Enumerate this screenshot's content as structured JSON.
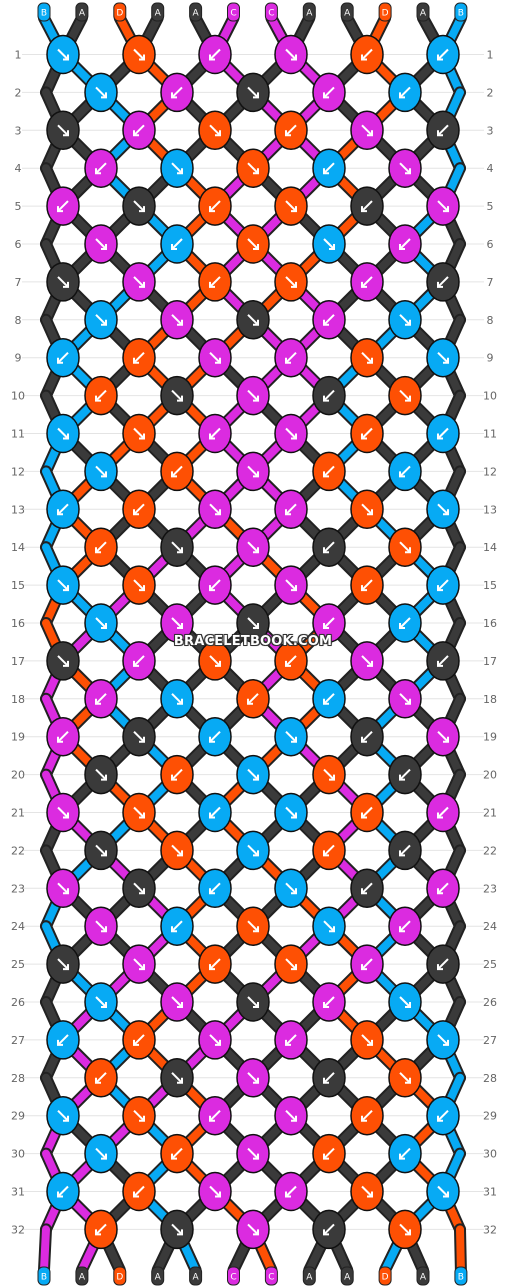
{
  "colors": {
    "B": "#07aaf4",
    "A": "#3a3a3a",
    "D": "#fe5004",
    "C": "#db2be0"
  },
  "strands_top": [
    "B",
    "A",
    "D",
    "A",
    "A",
    "C",
    "C",
    "A",
    "A",
    "D",
    "A",
    "B"
  ],
  "strands_bottom": [
    "B",
    "A",
    "D",
    "A",
    "A",
    "C",
    "C",
    "A",
    "A",
    "D",
    "A",
    "B"
  ],
  "row_numbers": [
    "1",
    "2",
    "3",
    "4",
    "5",
    "6",
    "7",
    "8",
    "9",
    "10",
    "11",
    "12",
    "13",
    "14",
    "15",
    "16",
    "17",
    "18",
    "19",
    "20",
    "21",
    "22",
    "23",
    "24",
    "25",
    "26",
    "27",
    "28",
    "29",
    "30",
    "31",
    "32"
  ],
  "rows": [
    [
      [
        "B",
        "br"
      ],
      [
        "D",
        "br"
      ],
      [
        "C",
        "bl"
      ],
      [
        "C",
        "br"
      ],
      [
        "D",
        "bl"
      ],
      [
        "B",
        "bl"
      ]
    ],
    [
      [
        "B",
        "br"
      ],
      [
        "C",
        "bl"
      ],
      [
        "A",
        "br"
      ],
      [
        "C",
        "bl"
      ],
      [
        "B",
        "bl"
      ]
    ],
    [
      [
        "A",
        "br"
      ],
      [
        "C",
        "bl"
      ],
      [
        "D",
        "br"
      ],
      [
        "D",
        "bl"
      ],
      [
        "C",
        "br"
      ],
      [
        "A",
        "bl"
      ]
    ],
    [
      [
        "C",
        "bl"
      ],
      [
        "B",
        "br"
      ],
      [
        "D",
        "br"
      ],
      [
        "B",
        "bl"
      ],
      [
        "C",
        "br"
      ]
    ],
    [
      [
        "C",
        "bl"
      ],
      [
        "A",
        "br"
      ],
      [
        "D",
        "bl"
      ],
      [
        "D",
        "br"
      ],
      [
        "A",
        "bl"
      ],
      [
        "C",
        "br"
      ]
    ],
    [
      [
        "C",
        "br"
      ],
      [
        "B",
        "bl"
      ],
      [
        "D",
        "br"
      ],
      [
        "B",
        "br"
      ],
      [
        "C",
        "bl"
      ]
    ],
    [
      [
        "A",
        "br"
      ],
      [
        "C",
        "br"
      ],
      [
        "D",
        "bl"
      ],
      [
        "D",
        "br"
      ],
      [
        "C",
        "bl"
      ],
      [
        "A",
        "bl"
      ]
    ],
    [
      [
        "B",
        "br"
      ],
      [
        "C",
        "br"
      ],
      [
        "A",
        "br"
      ],
      [
        "C",
        "bl"
      ],
      [
        "B",
        "br"
      ]
    ],
    [
      [
        "B",
        "bl"
      ],
      [
        "D",
        "bl"
      ],
      [
        "C",
        "br"
      ],
      [
        "C",
        "bl"
      ],
      [
        "D",
        "br"
      ],
      [
        "B",
        "br"
      ]
    ],
    [
      [
        "D",
        "bl"
      ],
      [
        "A",
        "br"
      ],
      [
        "C",
        "br"
      ],
      [
        "A",
        "bl"
      ],
      [
        "D",
        "br"
      ]
    ],
    [
      [
        "B",
        "br"
      ],
      [
        "D",
        "br"
      ],
      [
        "C",
        "bl"
      ],
      [
        "C",
        "br"
      ],
      [
        "D",
        "bl"
      ],
      [
        "B",
        "bl"
      ]
    ],
    [
      [
        "B",
        "br"
      ],
      [
        "D",
        "bl"
      ],
      [
        "C",
        "br"
      ],
      [
        "D",
        "bl"
      ],
      [
        "B",
        "bl"
      ]
    ],
    [
      [
        "B",
        "bl"
      ],
      [
        "D",
        "bl"
      ],
      [
        "C",
        "br"
      ],
      [
        "C",
        "bl"
      ],
      [
        "D",
        "br"
      ],
      [
        "B",
        "br"
      ]
    ],
    [
      [
        "D",
        "bl"
      ],
      [
        "A",
        "br"
      ],
      [
        "C",
        "br"
      ],
      [
        "A",
        "bl"
      ],
      [
        "D",
        "br"
      ]
    ],
    [
      [
        "B",
        "br"
      ],
      [
        "D",
        "br"
      ],
      [
        "C",
        "bl"
      ],
      [
        "C",
        "br"
      ],
      [
        "D",
        "bl"
      ],
      [
        "B",
        "bl"
      ]
    ],
    [
      [
        "B",
        "br"
      ],
      [
        "C",
        "br"
      ],
      [
        "A",
        "br"
      ],
      [
        "C",
        "bl"
      ],
      [
        "B",
        "bl"
      ]
    ],
    [
      [
        "A",
        "br"
      ],
      [
        "C",
        "bl"
      ],
      [
        "D",
        "br"
      ],
      [
        "D",
        "bl"
      ],
      [
        "C",
        "br"
      ],
      [
        "A",
        "bl"
      ]
    ],
    [
      [
        "C",
        "bl"
      ],
      [
        "B",
        "br"
      ],
      [
        "D",
        "bl"
      ],
      [
        "B",
        "bl"
      ],
      [
        "C",
        "br"
      ]
    ],
    [
      [
        "C",
        "bl"
      ],
      [
        "A",
        "br"
      ],
      [
        "B",
        "bl"
      ],
      [
        "B",
        "br"
      ],
      [
        "A",
        "bl"
      ],
      [
        "C",
        "br"
      ]
    ],
    [
      [
        "A",
        "br"
      ],
      [
        "D",
        "bl"
      ],
      [
        "B",
        "br"
      ],
      [
        "D",
        "br"
      ],
      [
        "A",
        "bl"
      ]
    ],
    [
      [
        "C",
        "br"
      ],
      [
        "D",
        "br"
      ],
      [
        "B",
        "bl"
      ],
      [
        "B",
        "br"
      ],
      [
        "D",
        "bl"
      ],
      [
        "C",
        "bl"
      ]
    ],
    [
      [
        "A",
        "br"
      ],
      [
        "D",
        "br"
      ],
      [
        "B",
        "br"
      ],
      [
        "D",
        "bl"
      ],
      [
        "A",
        "bl"
      ]
    ],
    [
      [
        "C",
        "br"
      ],
      [
        "A",
        "br"
      ],
      [
        "B",
        "bl"
      ],
      [
        "B",
        "br"
      ],
      [
        "A",
        "bl"
      ],
      [
        "C",
        "bl"
      ]
    ],
    [
      [
        "C",
        "br"
      ],
      [
        "B",
        "bl"
      ],
      [
        "D",
        "br"
      ],
      [
        "B",
        "br"
      ],
      [
        "C",
        "bl"
      ]
    ],
    [
      [
        "A",
        "br"
      ],
      [
        "C",
        "br"
      ],
      [
        "D",
        "bl"
      ],
      [
        "D",
        "br"
      ],
      [
        "C",
        "bl"
      ],
      [
        "A",
        "bl"
      ]
    ],
    [
      [
        "B",
        "br"
      ],
      [
        "C",
        "br"
      ],
      [
        "A",
        "br"
      ],
      [
        "C",
        "bl"
      ],
      [
        "B",
        "br"
      ]
    ],
    [
      [
        "B",
        "bl"
      ],
      [
        "D",
        "bl"
      ],
      [
        "C",
        "br"
      ],
      [
        "C",
        "bl"
      ],
      [
        "D",
        "br"
      ],
      [
        "B",
        "br"
      ]
    ],
    [
      [
        "D",
        "bl"
      ],
      [
        "A",
        "br"
      ],
      [
        "C",
        "br"
      ],
      [
        "A",
        "bl"
      ],
      [
        "D",
        "br"
      ]
    ],
    [
      [
        "B",
        "br"
      ],
      [
        "D",
        "br"
      ],
      [
        "C",
        "bl"
      ],
      [
        "C",
        "br"
      ],
      [
        "D",
        "bl"
      ],
      [
        "B",
        "bl"
      ]
    ],
    [
      [
        "B",
        "br"
      ],
      [
        "D",
        "bl"
      ],
      [
        "C",
        "br"
      ],
      [
        "D",
        "bl"
      ],
      [
        "B",
        "bl"
      ]
    ],
    [
      [
        "B",
        "bl"
      ],
      [
        "D",
        "bl"
      ],
      [
        "C",
        "br"
      ],
      [
        "C",
        "bl"
      ],
      [
        "D",
        "br"
      ],
      [
        "B",
        "br"
      ]
    ],
    [
      [
        "D",
        "bl"
      ],
      [
        "A",
        "br"
      ],
      [
        "C",
        "br"
      ],
      [
        "A",
        "bl"
      ],
      [
        "D",
        "br"
      ]
    ]
  ],
  "watermark": "BRACELETBOOK.COM"
}
